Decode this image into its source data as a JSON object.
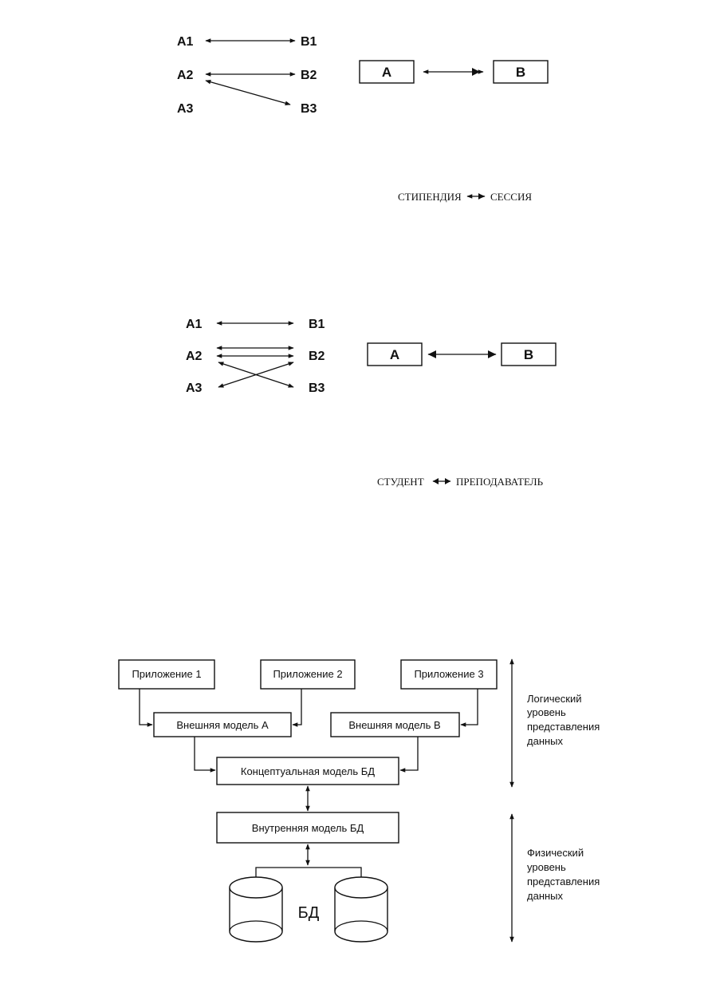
{
  "one_to_one": {
    "left": [
      "A1",
      "A2",
      "A3"
    ],
    "right": [
      "B1",
      "B2",
      "B3"
    ],
    "box_a": "A",
    "box_b": "B",
    "caption": "СТИПЕНДИЯ <-->> СЕССИЯ",
    "caption_left": "СТИПЕНДИЯ",
    "caption_right": "СЕССИЯ"
  },
  "many_to_many": {
    "left": [
      "A1",
      "A2",
      "A3"
    ],
    "right": [
      "B1",
      "B2",
      "B3"
    ],
    "box_a": "A",
    "box_b": "B",
    "caption_left": "СТУДЕНТ",
    "caption_right": "ПРЕПОДАВАТЕЛЬ"
  },
  "architecture": {
    "apps": [
      "Приложение 1",
      "Приложение 2",
      "Приложение 3"
    ],
    "external_a": "Внешняя модель А",
    "external_b": "Внешняя модель В",
    "conceptual": "Концептуальная модель БД",
    "internal": "Внутренняя модель БД",
    "db": "БД",
    "logical_lines": [
      "Логический",
      "уровень",
      "представления",
      "данных"
    ],
    "physical_lines": [
      "Физический",
      "уровень",
      "представления",
      "данных"
    ]
  }
}
